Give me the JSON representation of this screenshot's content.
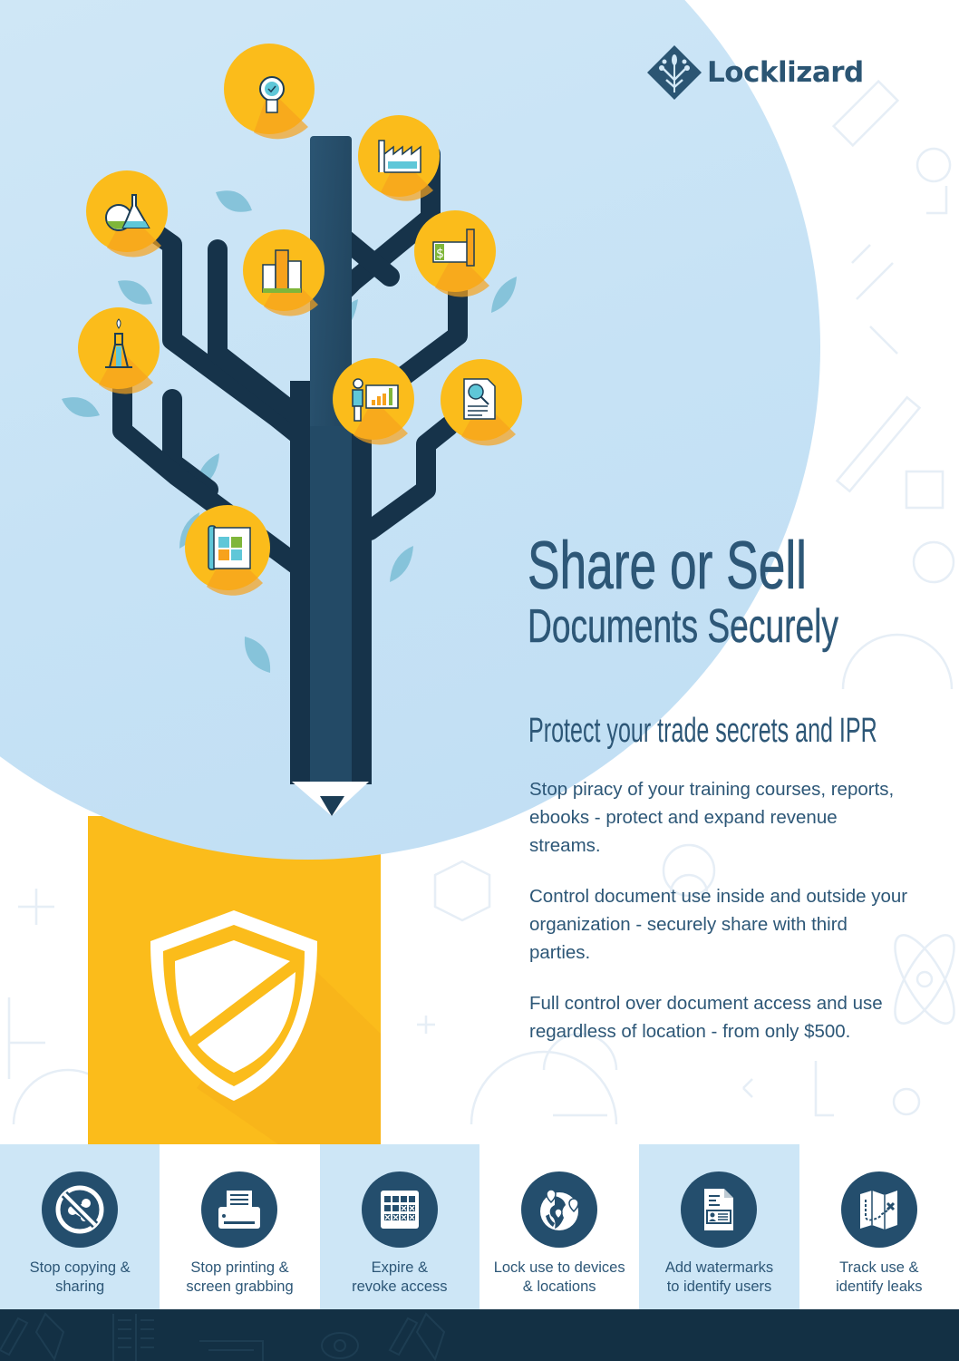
{
  "brand": {
    "name": "Locklizard",
    "colors": {
      "navy": "#244e6d",
      "text": "#2d5777",
      "yellow": "#fbbc1b",
      "orange": "#f7a21c",
      "light_blue": "#cde6f6",
      "footer": "#133044"
    }
  },
  "hero": {
    "title_line1": "Share or Sell",
    "title_line2": "Documents Securely",
    "tagline": "Protect your trade secrets and IPR"
  },
  "body": {
    "paragraphs": [
      "Stop piracy of your training courses, reports, ebooks - protect and expand revenue streams.",
      "Control document use inside and outside your organization - securely share with third parties.",
      "Full control over document access and use regardless of location - from only $500."
    ]
  },
  "tree_icons": [
    {
      "name": "lightbulb-icon"
    },
    {
      "name": "factory-icon"
    },
    {
      "name": "lab-flasks-icon"
    },
    {
      "name": "office-buildings-icon"
    },
    {
      "name": "cheque-pen-icon"
    },
    {
      "name": "oil-rig-icon"
    },
    {
      "name": "presentation-chart-icon"
    },
    {
      "name": "document-search-icon"
    },
    {
      "name": "magazine-icon"
    }
  ],
  "features": [
    {
      "label": "Stop copying &\nsharing",
      "icon": "no-share-icon",
      "bg": "light"
    },
    {
      "label": "Stop printing &\nscreen grabbing",
      "icon": "printer-icon",
      "bg": "white"
    },
    {
      "label": "Expire &\nrevoke access",
      "icon": "calendar-icon",
      "bg": "light"
    },
    {
      "label": "Lock use to devices\n& locations",
      "icon": "globe-pins-icon",
      "bg": "white"
    },
    {
      "label": "Add watermarks\nto identify users",
      "icon": "watermark-document-icon",
      "bg": "light"
    },
    {
      "label": "Track use &\nidentify leaks",
      "icon": "treasure-map-icon",
      "bg": "white"
    }
  ]
}
